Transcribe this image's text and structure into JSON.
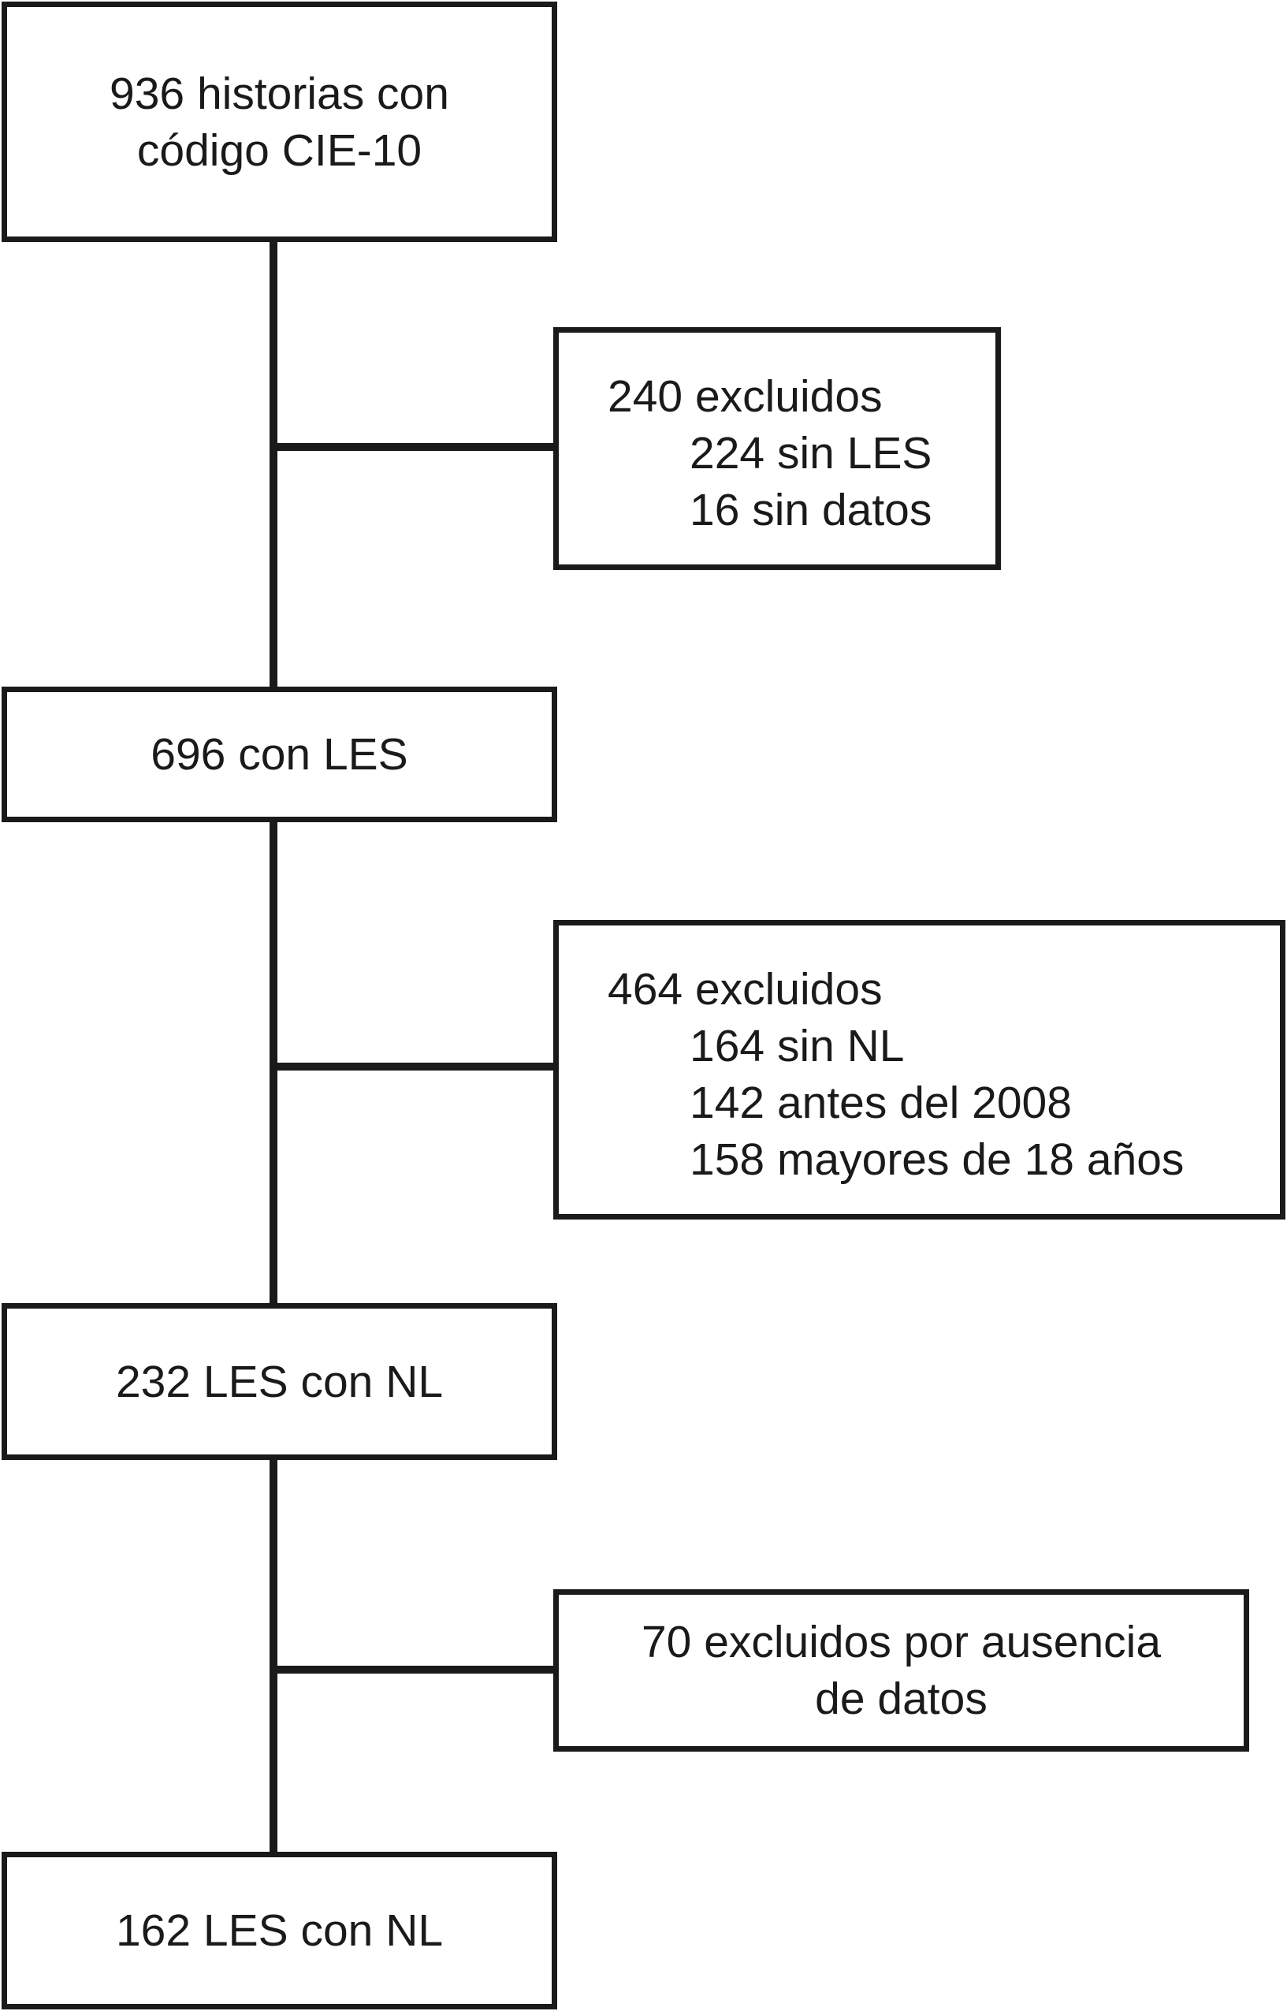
{
  "boxes": {
    "start": {
      "line1": "936 historias con",
      "line2": "código CIE-10"
    },
    "excl1": {
      "head": "240 excluidos",
      "items": [
        "224 sin LES",
        "16 sin datos"
      ]
    },
    "step2": {
      "label": "696 con LES"
    },
    "excl2": {
      "head": "464 excluidos",
      "items": [
        "164 sin NL",
        "142 antes del 2008",
        "158 mayores de 18 años"
      ]
    },
    "step3": {
      "label": "232 LES con NL"
    },
    "excl3": {
      "line1": "70 excluidos por ausencia",
      "line2": "de datos"
    },
    "final": {
      "label": "162 LES con NL"
    }
  }
}
